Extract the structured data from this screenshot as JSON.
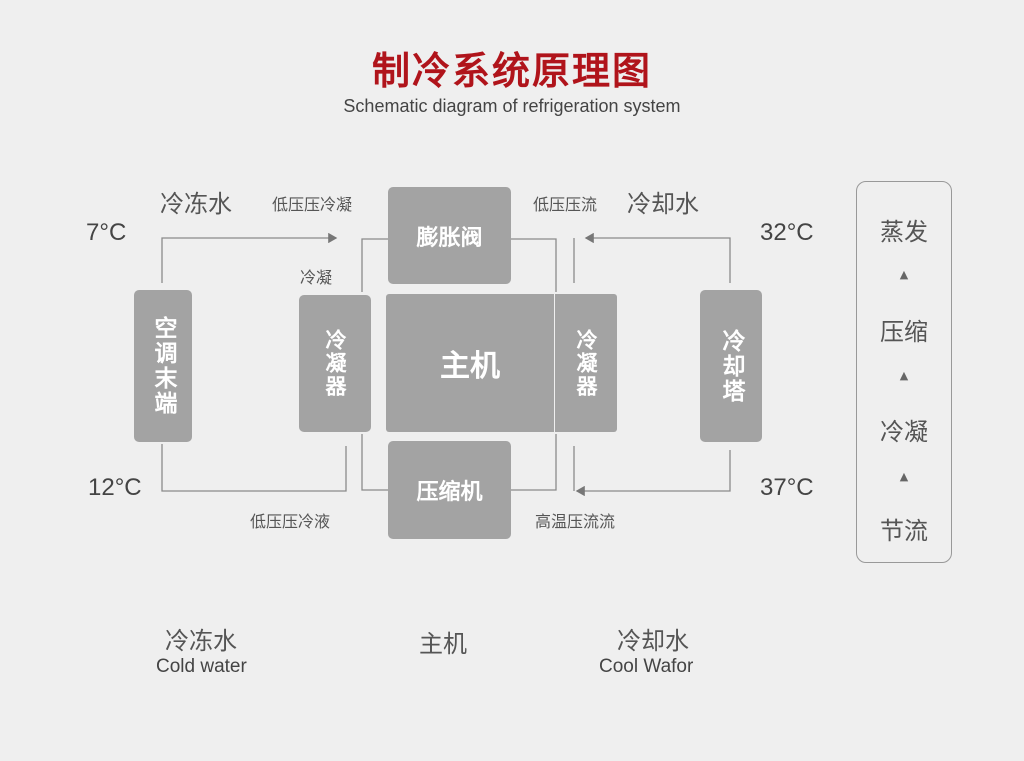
{
  "title": "制冷系统原理图",
  "subtitle": "Schematic diagram of refrigeration system",
  "left": {
    "group_label": "冷冻水",
    "temp_top": "7°C",
    "temp_bottom": "12°C",
    "terminal_box": "空调末端",
    "top_pipe_label": "低压压冷凝",
    "bottom_pipe_label": "低压压冷液",
    "small_label": "冷凝"
  },
  "center": {
    "expansion_box": "膨胀阀",
    "main_box": "主机",
    "compressor_box": "压缩机",
    "left_exchanger": "冷凝器",
    "right_exchanger": "冷凝器"
  },
  "right": {
    "group_label": "冷却水",
    "temp_top": "32°C",
    "temp_bottom": "37°C",
    "tower_box": "冷却塔",
    "top_pipe_label": "低压压流",
    "bottom_pipe_label": "高温压流流"
  },
  "process_panel": {
    "steps": [
      "蒸发",
      "压缩",
      "冷凝",
      "节流"
    ],
    "arrow_glyph": "▲"
  },
  "legend": {
    "chilled": {
      "cn": "冷冻水",
      "en": "Cold water"
    },
    "main": {
      "cn": "主机"
    },
    "cooling": {
      "cn": "冷却水",
      "en": "Cool Wafor"
    }
  },
  "colors": {
    "title": "#b0141b",
    "box": "#a3a3a3",
    "line": "#888888"
  }
}
